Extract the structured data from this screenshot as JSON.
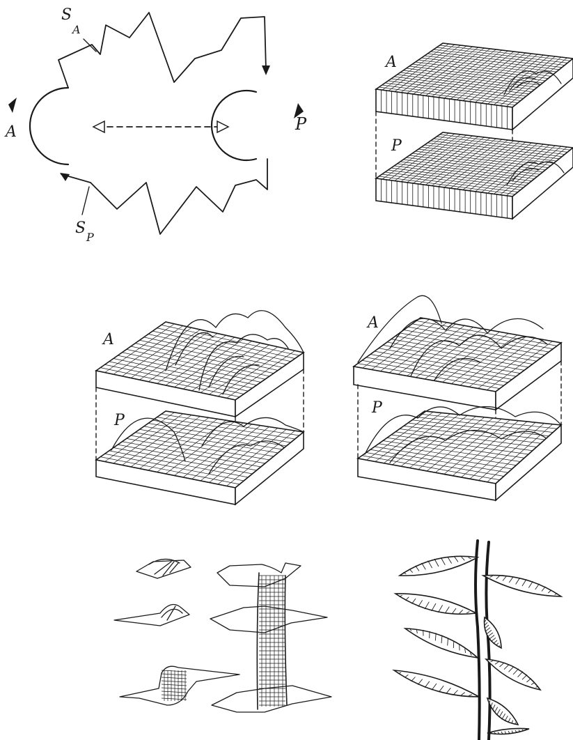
{
  "figure": {
    "labels": {
      "s": "S",
      "s_a_sub": "A",
      "s_p_sub": "P",
      "a": "A",
      "p": "P"
    },
    "colors": {
      "ink": "#1a1a1a",
      "paper": "#ffffff"
    },
    "panels": [
      "reaction-scheme",
      "initial-state",
      "pattern-stage-1",
      "pattern-stage-2",
      "contour-layers",
      "leaf-branch"
    ]
  }
}
